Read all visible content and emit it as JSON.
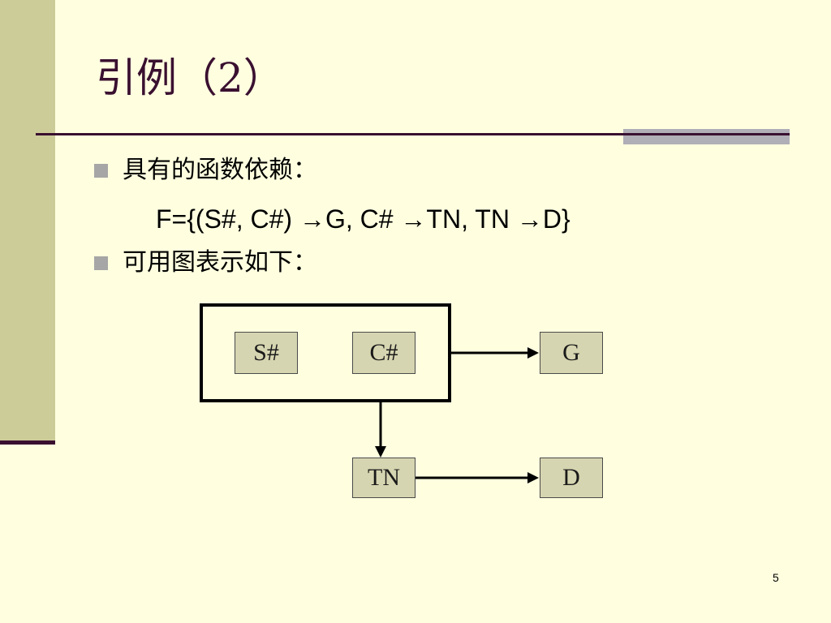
{
  "slide": {
    "title": "引例（2）",
    "bullets": [
      "具有的函数依赖：",
      "可用图表示如下："
    ],
    "formula": "F={(S#, C#) →G, C# →TN, TN →D}",
    "page_number": "5"
  },
  "diagram": {
    "nodes": {
      "s": "S#",
      "c": "C#",
      "g": "G",
      "tn": "TN",
      "d": "D"
    }
  }
}
